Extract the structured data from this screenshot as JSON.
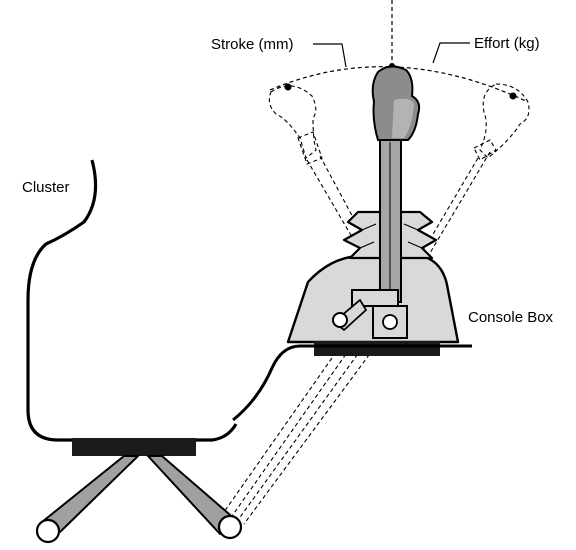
{
  "labels": {
    "stroke": "Stroke (mm)",
    "effort": "Effort (kg)",
    "cluster": "Cluster",
    "console_box": "Console Box"
  },
  "colors": {
    "line": "#000000",
    "housing": "#d9d9d9",
    "knob": "#8c8c8c",
    "lever": "#a6a6a6",
    "mount": "#1a1a1a",
    "linkage": "#a0a0a0"
  }
}
